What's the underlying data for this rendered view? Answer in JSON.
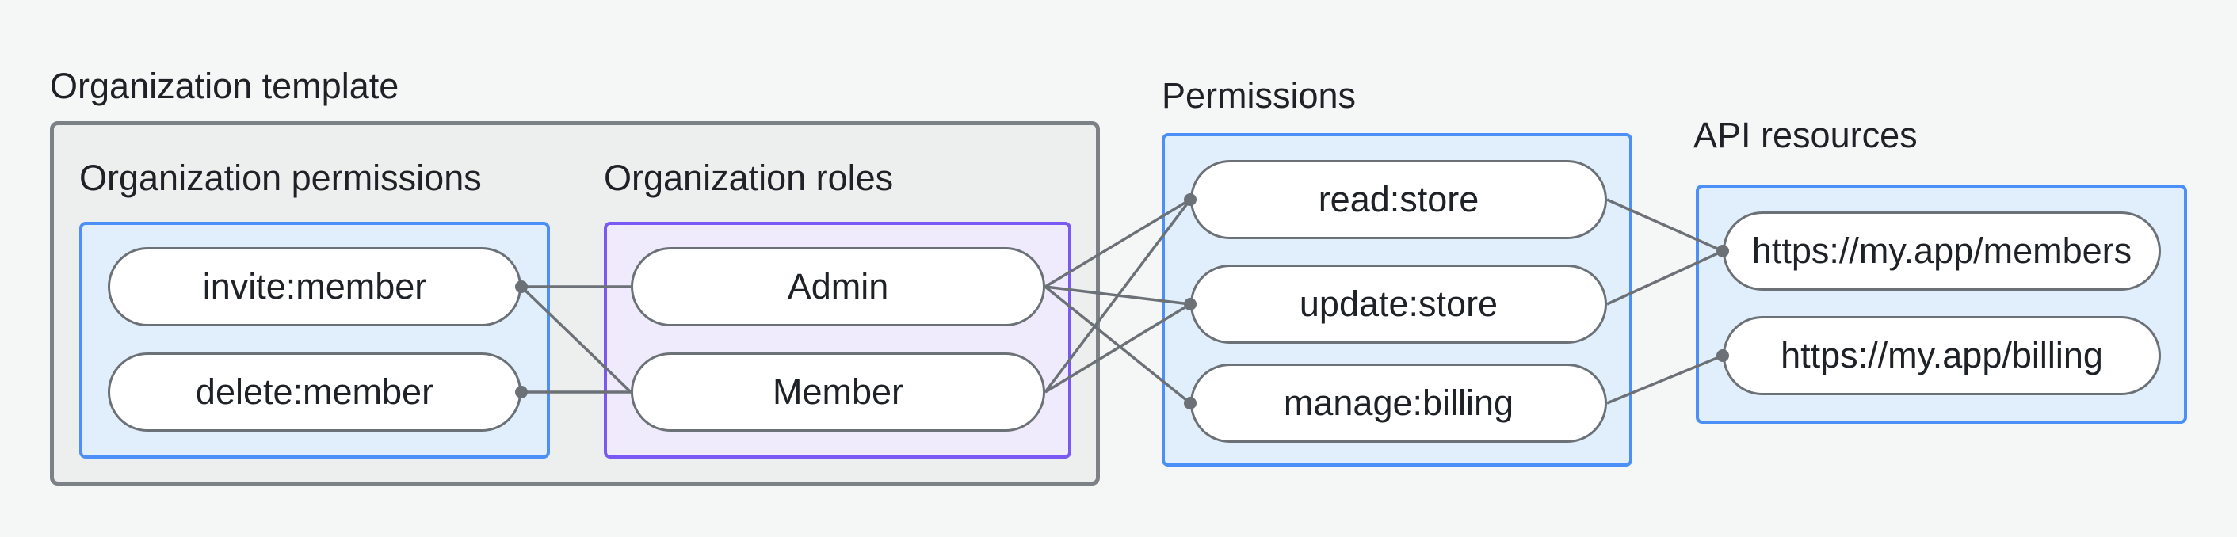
{
  "colors": {
    "page_background": "#f5f7f6",
    "outer_box_fill": "#ecefee",
    "outer_box_border": "#7b8185",
    "blue_box_fill": "#e1effc",
    "blue_box_border": "#4b8ff7",
    "purple_box_fill": "#f0ebfc",
    "purple_box_border": "#7a58f3",
    "pill_fill": "#ffffff",
    "pill_border": "#6b7176",
    "connector": "#6b7176",
    "text": "#1e2227"
  },
  "groups": {
    "org_template": {
      "label": "Organization template"
    },
    "org_permissions": {
      "label": "Organization permissions"
    },
    "org_roles": {
      "label": "Organization roles"
    },
    "permissions": {
      "label": "Permissions"
    },
    "api_resources": {
      "label": "API resources"
    }
  },
  "nodes": [
    {
      "id": "invite",
      "label": "invite:member",
      "group": "org_permissions"
    },
    {
      "id": "delete",
      "label": "delete:member",
      "group": "org_permissions"
    },
    {
      "id": "admin",
      "label": "Admin",
      "group": "org_roles"
    },
    {
      "id": "member",
      "label": "Member",
      "group": "org_roles"
    },
    {
      "id": "read",
      "label": "read:store",
      "group": "permissions"
    },
    {
      "id": "update",
      "label": "update:store",
      "group": "permissions"
    },
    {
      "id": "manage",
      "label": "manage:billing",
      "group": "permissions"
    },
    {
      "id": "members_api",
      "label": "https://my.app/members",
      "group": "api_resources"
    },
    {
      "id": "billing_api",
      "label": "https://my.app/billing",
      "group": "api_resources"
    }
  ],
  "edges": [
    {
      "from": "invite",
      "to": "admin"
    },
    {
      "from": "invite",
      "to": "member"
    },
    {
      "from": "delete",
      "to": "member"
    },
    {
      "from": "admin",
      "to": "read"
    },
    {
      "from": "admin",
      "to": "update"
    },
    {
      "from": "admin",
      "to": "manage"
    },
    {
      "from": "member",
      "to": "read"
    },
    {
      "from": "member",
      "to": "update"
    },
    {
      "from": "read",
      "to": "members_api"
    },
    {
      "from": "update",
      "to": "members_api"
    },
    {
      "from": "manage",
      "to": "billing_api"
    }
  ],
  "dots": [
    {
      "node": "invite",
      "side": "right"
    },
    {
      "node": "delete",
      "side": "right"
    },
    {
      "node": "read",
      "side": "left"
    },
    {
      "node": "update",
      "side": "left"
    },
    {
      "node": "manage",
      "side": "left"
    },
    {
      "node": "members_api",
      "side": "left"
    },
    {
      "node": "billing_api",
      "side": "left"
    }
  ],
  "connector_style": {
    "line_width": 3.5,
    "dot_radius": 8
  }
}
